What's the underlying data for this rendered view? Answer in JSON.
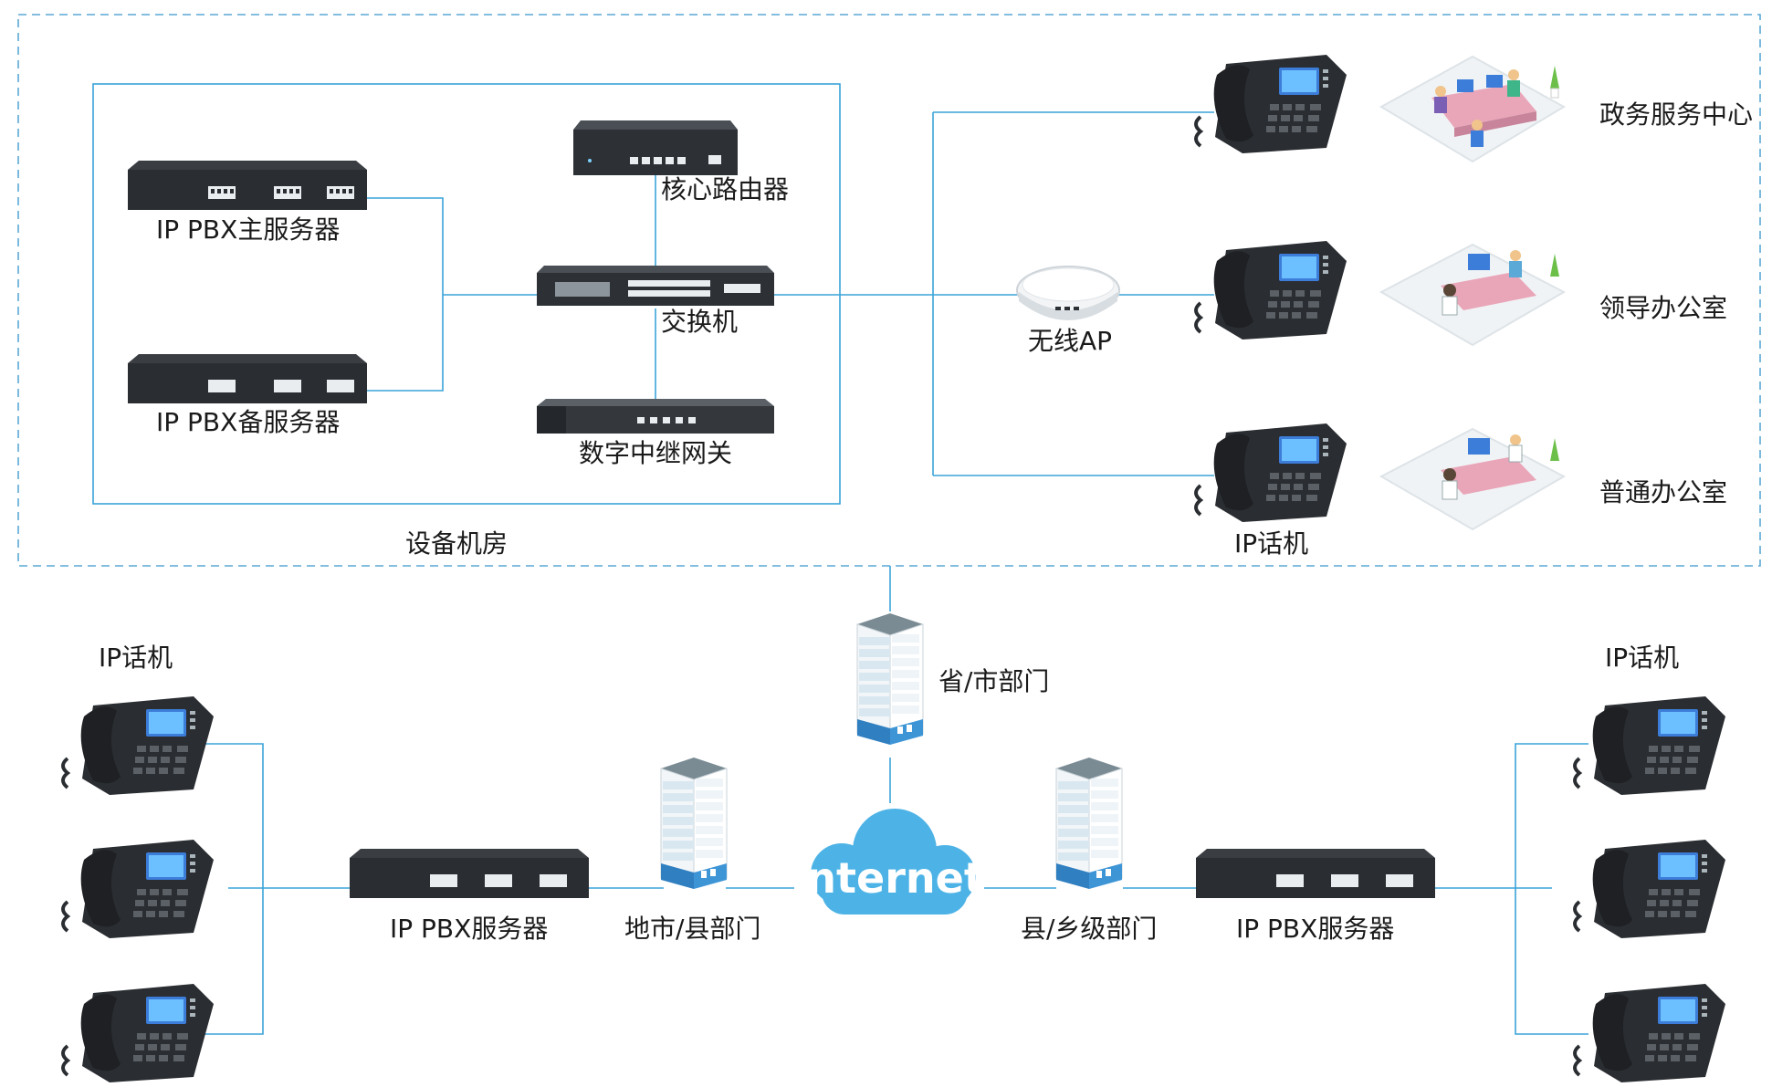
{
  "colors": {
    "line": "#3aa3d8",
    "dashed_border": "#5aa9d6",
    "cloud": "#4db3e6",
    "device_body": "#2a2d31",
    "port": "#e9edf0",
    "building_glass": "#d9e8f0",
    "building_base": "#2f7fc1"
  },
  "room": {
    "label": "设备机房"
  },
  "devices": {
    "pbx_main": "IP PBX主服务器",
    "pbx_backup": "IP PBX备服务器",
    "core_router": "核心路由器",
    "switch": "交换机",
    "trunk_gateway": "数字中继网关",
    "wireless_ap": "无线AP"
  },
  "offices": [
    {
      "label": "政务服务中心"
    },
    {
      "label": "领导办公室"
    },
    {
      "label": "普通办公室"
    }
  ],
  "top_phones_label": "IP话机",
  "bottom": {
    "left_phones_label": "IP话机",
    "right_phones_label": "IP话机",
    "left_pbx_label": "IP PBX服务器",
    "right_pbx_label": "IP PBX服务器",
    "province_label": "省/市部门",
    "city_label": "地市/县部门",
    "county_label": "县/乡级部门",
    "cloud_label": "Internet"
  },
  "icons": [
    "rack-server",
    "router",
    "network-switch",
    "trunk-gateway",
    "wireless-access-point",
    "desk-phone",
    "office-scene",
    "office-building",
    "internet-cloud"
  ]
}
